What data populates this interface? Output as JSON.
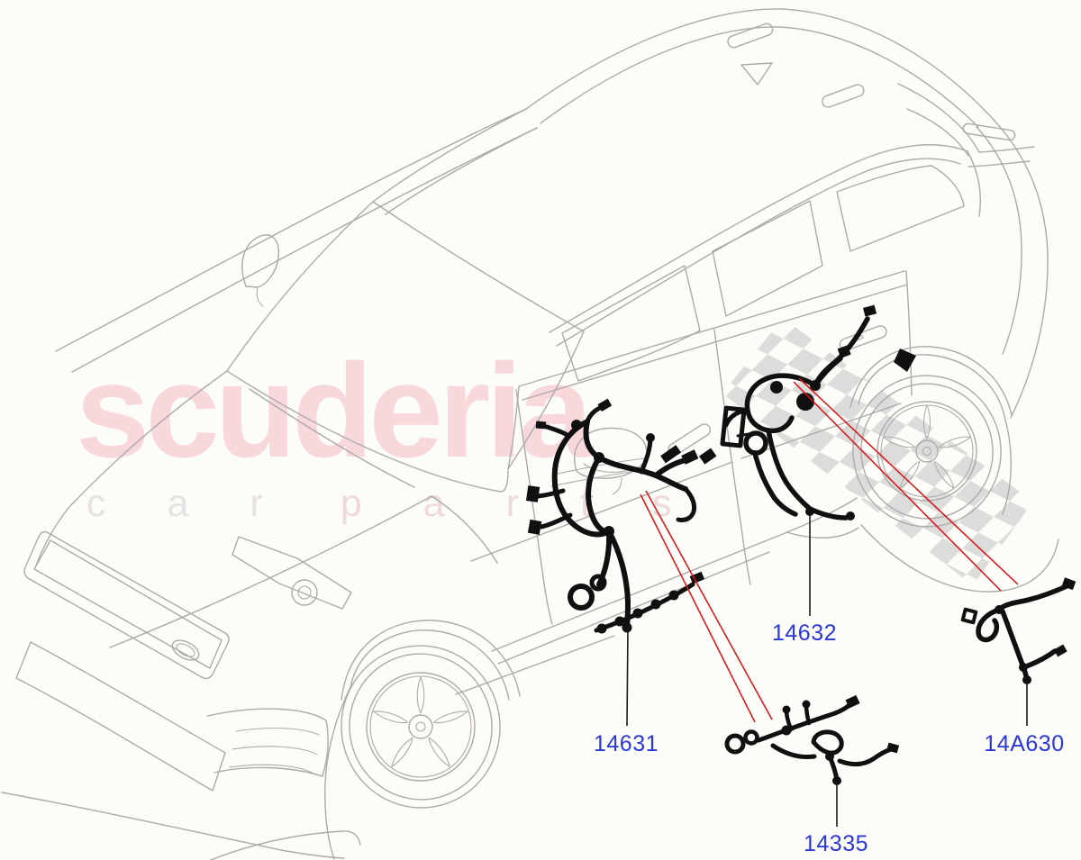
{
  "diagram": {
    "watermark": {
      "brand": "scuderia",
      "tagline_word1": "car",
      "tagline_word2": "parts"
    },
    "part_labels": [
      {
        "part_number": "14631"
      },
      {
        "part_number": "14632"
      },
      {
        "part_number": "14335"
      },
      {
        "part_number": "14A630"
      }
    ],
    "colors": {
      "background": "#fcfcf8",
      "car_line": "#aeaaaa",
      "harness": "#101010",
      "part_label": "#2b37d6",
      "leader_line": "#1a1a1a",
      "callout_line": "#dd1111",
      "watermark_brand": "#f8d8da",
      "watermark_tagline": "#e6e2e2",
      "checker": "#d6d6d6"
    }
  }
}
